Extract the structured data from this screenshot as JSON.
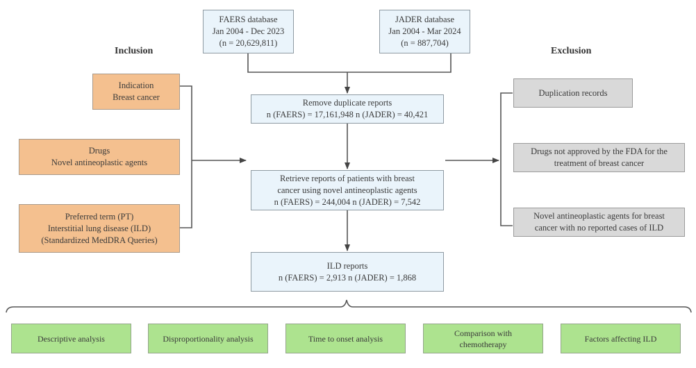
{
  "sources": {
    "faers": {
      "lines": [
        "FAERS database",
        "Jan 2004 - Dec 2023",
        "(n = 20,629,811)"
      ]
    },
    "jader": {
      "lines": [
        "JADER database",
        "Jan 2004 - Mar 2024",
        "(n = 887,704)"
      ]
    }
  },
  "headings": {
    "inclusion": "Inclusion",
    "exclusion": "Exclusion"
  },
  "inclusion": [
    {
      "lines": [
        "Indication",
        "Breast cancer"
      ]
    },
    {
      "lines": [
        "Drugs",
        "Novel antineoplastic agents"
      ]
    },
    {
      "lines": [
        "Preferred term (PT)",
        "Interstitial lung disease (ILD)",
        "(Standardized MedDRA Queries)"
      ]
    }
  ],
  "steps": [
    {
      "lines": [
        "Remove duplicate reports",
        "n (FAERS) = 17,161,948  n (JADER) = 40,421"
      ]
    },
    {
      "lines": [
        "Retrieve reports of patients with breast",
        "cancer using novel antineoplastic agents",
        "n (FAERS) = 244,004  n (JADER) = 7,542"
      ]
    },
    {
      "lines": [
        "ILD reports",
        "n (FAERS) = 2,913  n (JADER) = 1,868"
      ]
    }
  ],
  "exclusion": [
    {
      "lines": [
        "Duplication records"
      ]
    },
    {
      "lines": [
        "Drugs not approved by the FDA for the",
        "treatment of breast cancer"
      ]
    },
    {
      "lines": [
        "Novel antineoplastic agents for breast",
        "cancer with no reported cases of ILD"
      ]
    }
  ],
  "analyses": [
    {
      "lines": [
        "Descriptive analysis"
      ]
    },
    {
      "lines": [
        "Disproportionality analysis"
      ]
    },
    {
      "lines": [
        "Time to onset analysis"
      ]
    },
    {
      "lines": [
        "Comparison with",
        "chemotherapy"
      ]
    },
    {
      "lines": [
        "Factors affecting ILD"
      ]
    }
  ],
  "colors": {
    "database_box": "#eaf4fb",
    "inclusion_box": "#f4c08f",
    "exclusion_box": "#d9d9d9",
    "analysis_box": "#ade38f",
    "connector": "#555555"
  }
}
